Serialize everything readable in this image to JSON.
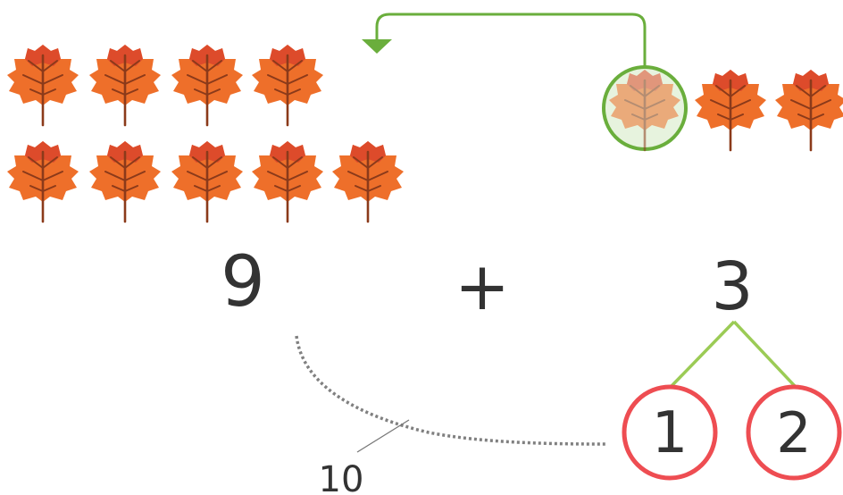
{
  "expression": {
    "left_number": "9",
    "operator": "+",
    "right_number": "3"
  },
  "decomposition": {
    "part_one": "1",
    "part_two": "2",
    "make_ten_label": "10"
  },
  "leaves": {
    "left_group_count": 9,
    "right_group_count": 3,
    "moved_leaf_count": 1
  },
  "colors": {
    "leaf_orange": "#EE6F2A",
    "leaf_red": "#D9452B",
    "stem_brown": "#8B3A1A",
    "arrow_green": "#6AAE3C",
    "branch_green": "#9BCB55",
    "circle_red": "#EE4D52",
    "dotted_gray": "#808080",
    "text_dark": "#333333"
  }
}
